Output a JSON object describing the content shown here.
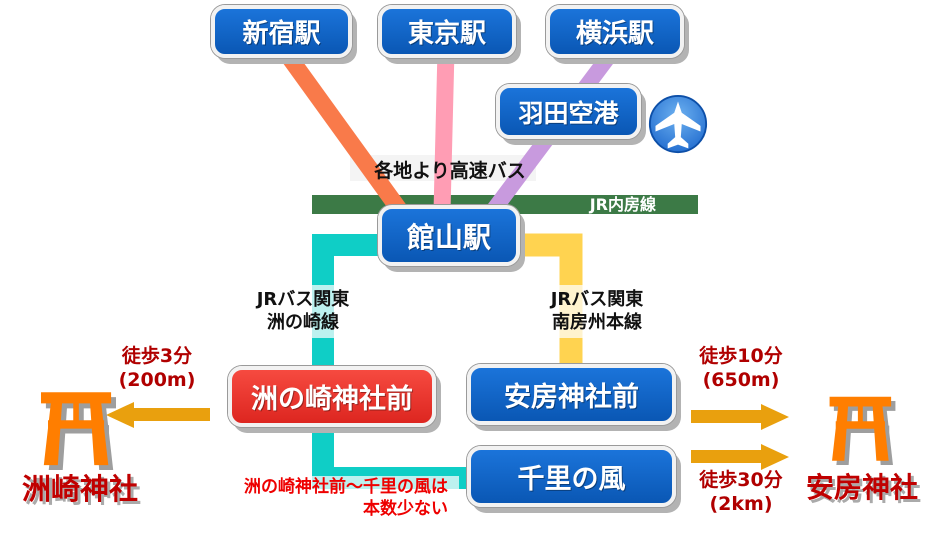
{
  "colors": {
    "station_blue_top": "#1b74da",
    "station_blue_bottom": "#0a57b4",
    "stop_red_top": "#f64a40",
    "stop_red_bottom": "#dd2620",
    "line_orange": "#f97a4a",
    "line_pink": "#ff9db4",
    "line_purple": "#c89ade",
    "line_cyan": "#0fcec6",
    "line_yellow": "#ffd350",
    "jr_green": "#3c7a46",
    "arrow_gold": "#e9a00e",
    "torii_orange": "#ff7e00",
    "shadow_gray": "#9e9e9e",
    "walk_text": "#b00000",
    "shrine_text": "#c00000",
    "note_text": "#ee0000"
  },
  "stations": {
    "shinjuku": {
      "label": "新宿駅"
    },
    "tokyo": {
      "label": "東京駅"
    },
    "yokohama": {
      "label": "横浜駅"
    },
    "haneda": {
      "label": "羽田空港"
    },
    "tateyama": {
      "label": "館山駅"
    }
  },
  "bus_stops": {
    "sunosaki_jinja_mae": {
      "label": "洲の崎神社前"
    },
    "awa_jinja_mae": {
      "label": "安房神社前"
    },
    "senri_no_kaze": {
      "label": "千里の風"
    }
  },
  "routes": {
    "highway_bus": "各地より高速バス",
    "jr_uchibo_line": "JR内房線",
    "jr_bus_sunosaki": [
      "JRバス関東",
      "洲の崎線"
    ],
    "jr_bus_nanboshu": [
      "JRバス関東",
      "南房州本線"
    ]
  },
  "walks": {
    "sunosaki": {
      "time": "徒歩3分",
      "dist": "(200m)"
    },
    "awa_top": {
      "time": "徒歩10分",
      "dist": "(650m)"
    },
    "awa_bottom": {
      "time": "徒歩30分",
      "dist": "(2km)"
    }
  },
  "shrines": {
    "sunosaki": {
      "label": "洲崎神社"
    },
    "awa": {
      "label": "安房神社"
    }
  },
  "note": {
    "line1": "洲の崎神社前〜千里の風は",
    "line2": "本数少ない"
  }
}
